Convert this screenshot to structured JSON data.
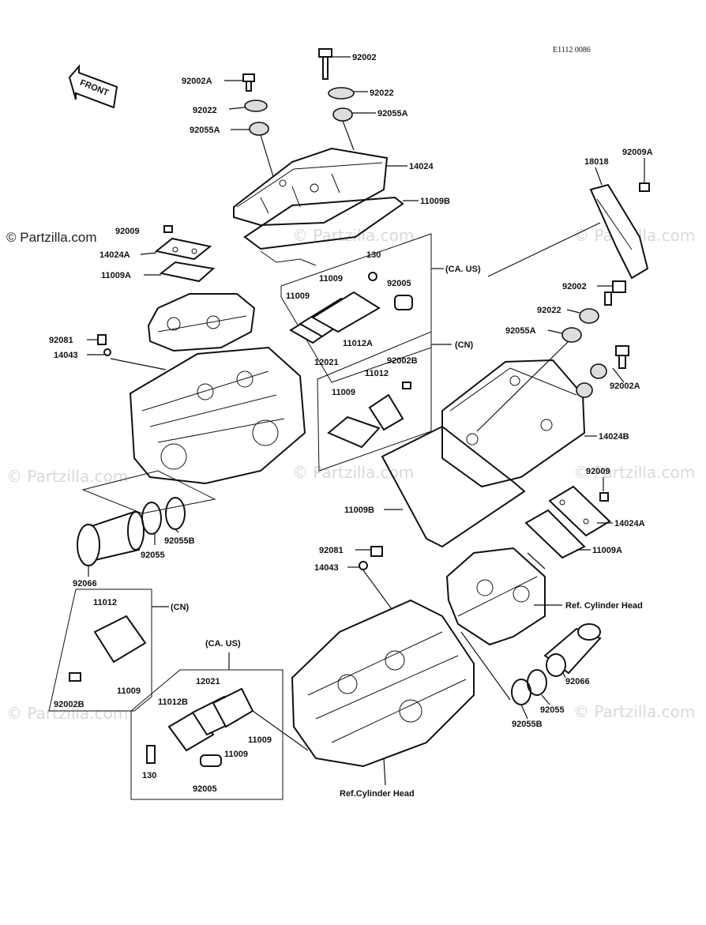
{
  "watermark": "© Partzilla.com",
  "diagram_code": "E1112 0086",
  "front_label": "FRONT",
  "labels": {
    "p92002_top": "92002",
    "p92002A_top": "92002A",
    "p92022_top_right": "92022",
    "p92022_top_left": "92022",
    "p92055A_top_right": "92055A",
    "p92055A_top_left": "92055A",
    "p14024": "14024",
    "p11009B_top": "11009B",
    "p92009_left": "92009",
    "p14024A_left": "14024A",
    "p11009A_left": "11009A",
    "p130_top": "130",
    "ca_us_top": "(CA. US)",
    "p11009_mid_a": "11009",
    "p11009_mid_b": "11009",
    "p92005_top": "92005",
    "p11012A": "11012A",
    "p12021_top": "12021",
    "cn_top": "(CN)",
    "p92081_left": "92081",
    "p14043_left": "14043",
    "p92002B_mid": "92002B",
    "p11012_mid": "11012",
    "p11009_cn_mid": "11009",
    "p18018": "18018",
    "p92009A": "92009A",
    "p92002_right": "92002",
    "p92022_right": "92022",
    "p92055A_right": "92055A",
    "p92002A_right": "92002A",
    "p14024B": "14024B",
    "p11009B_bottom": "11009B",
    "p92009_right": "92009",
    "p14024A_right": "14024A",
    "p11009A_right": "11009A",
    "p92066_left": "92066",
    "p92055_left": "92055",
    "p92055B_left": "92055B",
    "p92081_bottom": "92081",
    "p14043_bottom": "14043",
    "ref_head_right": "Ref. Cylinder Head",
    "cn_bottom": "(CN)",
    "p11012_bottom": "11012",
    "p11009_cn_bottom": "11009",
    "p92002B_bottom": "92002B",
    "ca_us_bottom": "(CA. US)",
    "p12021_bottom": "12021",
    "p11012B": "11012B",
    "p11009_bottom_a": "11009",
    "p11009_bottom_b": "11009",
    "p130_bottom": "130",
    "p92005_bottom": "92005",
    "p92066_right": "92066",
    "p92055_right": "92055",
    "p92055B_right": "92055B",
    "ref_head_bottom": "Ref.Cylinder Head"
  }
}
